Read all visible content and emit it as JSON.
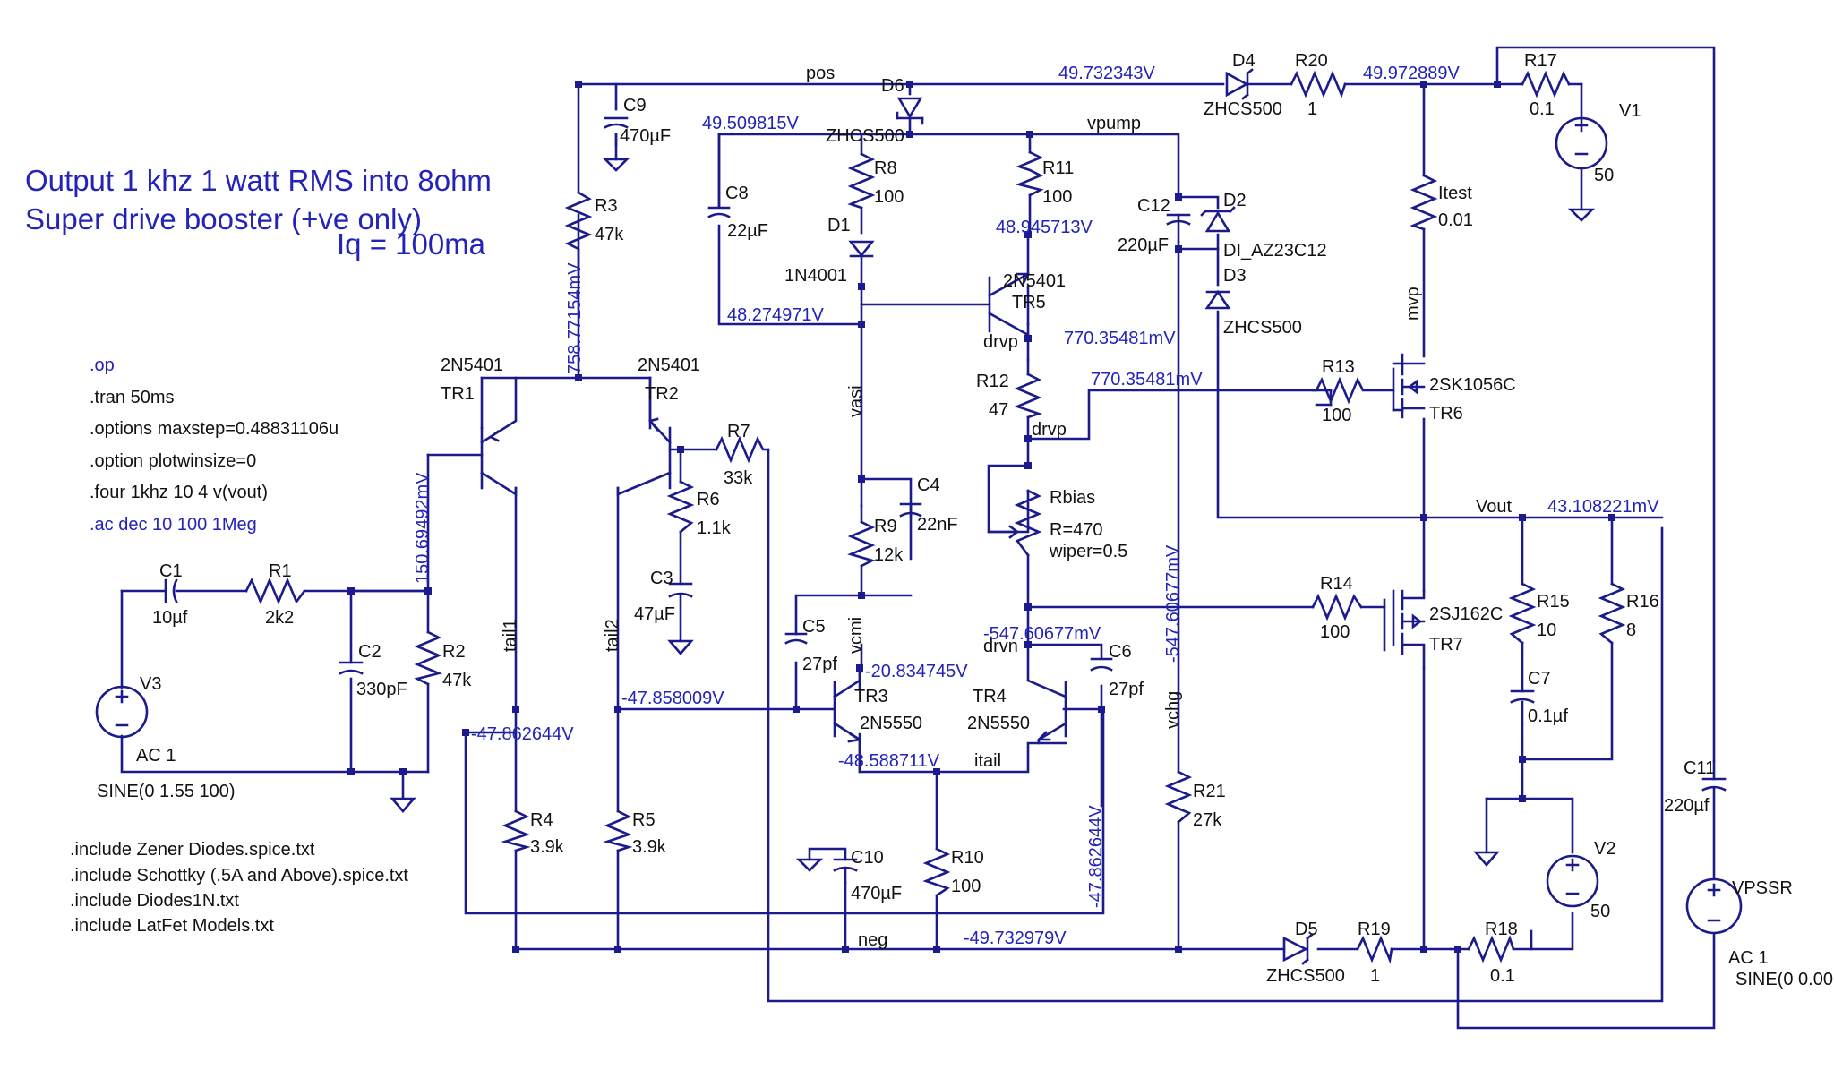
{
  "colors": {
    "wire": "#1b1b8c",
    "voltage": "#2323b8",
    "label": "#111111"
  },
  "notes": [
    "Output 1 khz 1 watt RMS into 8ohm",
    "Super drive booster (+ve only)",
    "Iq = 100ma"
  ],
  "directives": [
    ".op",
    ".tran 50ms",
    ".options maxstep=0.48831106u",
    ".option plotwinsize=0",
    ".four 1khz 10 4 v(vout)",
    ".ac dec 10 100 1Meg"
  ],
  "includes": [
    ".include Zener Diodes.spice.txt",
    ".include Schottky (.5A and Above).spice.txt",
    ".include Diodes1N.txt",
    ".include LatFet Models.txt"
  ],
  "labels": {
    "C9": "C9",
    "C9v": "470µF",
    "R3": "R3",
    "R3v": "47k",
    "C8": "C8",
    "C8v": "22µF",
    "R8": "R8",
    "R8v": "100",
    "D1": "D1",
    "D1v": "1N4001",
    "D6": "D6",
    "D6v": "ZHCS500",
    "R11": "R11",
    "R11v": "100",
    "TR5": "TR5",
    "TR5v": "2N5401",
    "C12": "C12",
    "C12v": "220µF",
    "D2": "D2",
    "D2v": "DI_AZ23C12",
    "D3": "D3",
    "D3v": "ZHCS500",
    "D4": "D4",
    "D4v": "ZHCS500",
    "R20": "R20",
    "R20v": "1",
    "R17": "R17",
    "R17v": "0.1",
    "V1": "V1",
    "V1v": "50",
    "Itest": "Itest",
    "Itestv": "0.01",
    "TR6": "TR6",
    "TR6v": "2SK1056C",
    "R13": "R13",
    "R13v": "100",
    "R12": "R12",
    "R12v": "47",
    "Rbias": "Rbias",
    "Rbiasv": "R=470",
    "Rbiasw": "wiper=0.5",
    "TR1": "TR1",
    "TR1v": "2N5401",
    "TR2": "TR2",
    "TR2v": "2N5401",
    "R7": "R7",
    "R7v": "33k",
    "R6": "R6",
    "R6v": "1.1k",
    "C3": "C3",
    "C3v": "47µF",
    "C4": "C4",
    "C4v": "22nF",
    "R9": "R9",
    "R9v": "12k",
    "C5": "C5",
    "C5v": "27pf",
    "C6": "C6",
    "C6v": "27pf",
    "TR3": "TR3",
    "TR3v": "2N5550",
    "TR4": "TR4",
    "TR4v": "2N5550",
    "C1": "C1",
    "C1v": "10µf",
    "R1": "R1",
    "R1v": "2k2",
    "C2": "C2",
    "C2v": "330pF",
    "R2": "R2",
    "R2v": "47k",
    "V3": "V3",
    "V3v": "AC 1",
    "V3s": "SINE(0 1.55 100)",
    "R4": "R4",
    "R4v": "3.9k",
    "R5": "R5",
    "R5v": "3.9k",
    "C10": "C10",
    "C10v": "470µF",
    "R10": "R10",
    "R10v": "100",
    "R21": "R21",
    "R21v": "27k",
    "R14": "R14",
    "R14v": "100",
    "TR7": "TR7",
    "TR7v": "2SJ162C",
    "R15": "R15",
    "R15v": "10",
    "R16": "R16",
    "R16v": "8",
    "C7": "C7",
    "C7v": "0.1µf",
    "V2": "V2",
    "V2v": "50",
    "C11": "C11",
    "C11v": "220µf",
    "VPSSR": "VPSSR",
    "VPSSRv": "AC 1",
    "VPSSRs": "SINE(0 0.00",
    "D5": "D5",
    "D5v": "ZHCS500",
    "R19": "R19",
    "R19v": "1",
    "R18": "R18",
    "R18v": "0.1"
  },
  "nets": {
    "pos": "pos",
    "vpump": "vpump",
    "vasi": "vasi",
    "drvp1": "drvp",
    "drvp2": "drvp",
    "drvn": "drvn",
    "vcmi": "vcmi",
    "tail1": "tail1",
    "tail2": "tail2",
    "itail": "itail",
    "neg": "neg",
    "vchg": "vchg",
    "mvp": "mvp",
    "Vout": "Vout"
  },
  "voltages": {
    "v1": "49.732343V",
    "v2": "49.972889V",
    "v3": "49.509815V",
    "v4": "48.945713V",
    "v5": "48.274971V",
    "v6": "770.35481mV",
    "v7": "770.35481mV",
    "v8": "758.77154mV",
    "v9": "150.69492mV",
    "v10": "43.108221mV",
    "v11": "-547.60677mV",
    "v12": "-547.60677mV",
    "v13": "-20.834745V",
    "v14": "-47.858009V",
    "v15": "-47.862644V",
    "v16": "-48.588711V",
    "v17": "-47.862644V",
    "v18": "-49.732979V"
  }
}
